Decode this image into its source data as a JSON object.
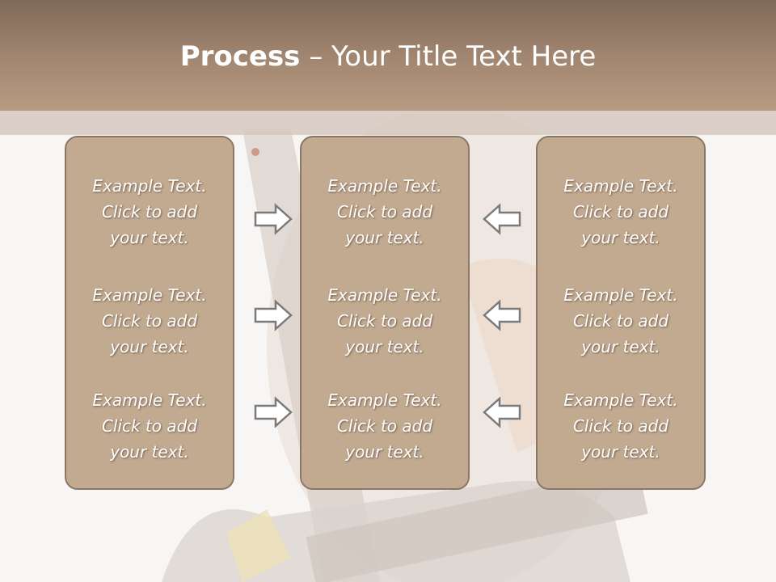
{
  "title": {
    "bold": "Process",
    "rest": " – Your Title Text Here"
  },
  "columns": [
    {
      "blocks": [
        [
          "Example Text.",
          "Click  to add",
          "your text."
        ],
        [
          "Example Text.",
          "Click  to add",
          "your text."
        ],
        [
          "Example Text.",
          "Click  to add",
          "your text."
        ]
      ]
    },
    {
      "blocks": [
        [
          "Example Text.",
          "Click  to add",
          "your text."
        ],
        [
          "Example Text.",
          "Click  to add",
          "your text."
        ],
        [
          "Example Text.",
          "Click  to add",
          "your text."
        ]
      ]
    },
    {
      "blocks": [
        [
          "Example Text.",
          "Click  to add",
          "your text."
        ],
        [
          "Example Text.",
          "Click  to add",
          "your text."
        ],
        [
          "Example Text.",
          "Click  to add",
          "your text."
        ]
      ]
    }
  ],
  "arrows": {
    "left_group": "right-arrow-icon",
    "right_group": "left-arrow-icon"
  },
  "colors": {
    "title_bar": "#a08570",
    "box_fill": "#c2aa91",
    "box_border": "#8a7866"
  }
}
